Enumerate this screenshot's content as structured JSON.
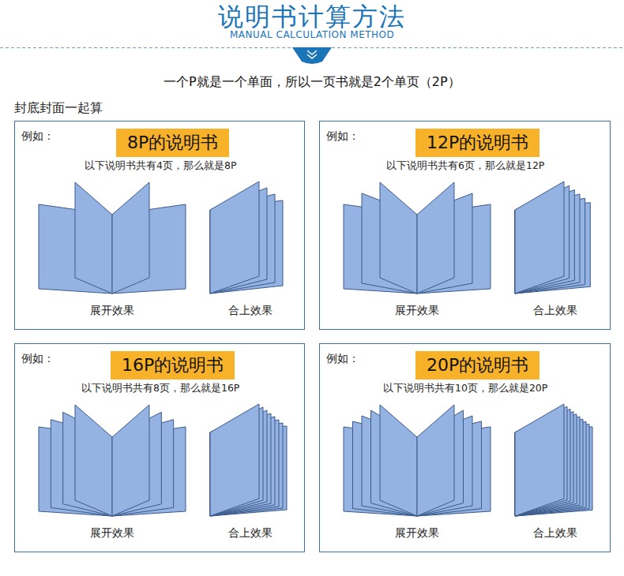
{
  "diagram": {
    "title": "说明书计算方法",
    "nodes": [
      {
        "text": [
          "例如：",
          "以下说明书共有4页，那么就是8P",
          "展开效果",
          "合上效果"
        ]
      },
      {
        "text": [
          "8P的说明书"
        ],
        "in": 0
      },
      {
        "text": [
          "例如：",
          "以下说明书共有6页，那么就是12P",
          "展开效果",
          "合上效果"
        ]
      },
      {
        "text": [
          "12P的说明书"
        ],
        "in": 2
      },
      {
        "text": [
          "例如：",
          "以下说明书共有8页，那么就是16P",
          "展开效果",
          "合上效果"
        ]
      },
      {
        "text": [
          "16P的说明书"
        ],
        "in": 4
      },
      {
        "text": [
          "例如：",
          "以下说明书共有10页，那么就是20P",
          "展开效果",
          "合上效果"
        ]
      },
      {
        "text": [
          "20P的说明书"
        ],
        "in": 6
      }
    ],
    "labels": [
      "MANUAL CALCULATION METHOD",
      "一个P就是一个单面，所以一页书就是2个单页（2P）",
      "封底封面一起算"
    ]
  }
}
